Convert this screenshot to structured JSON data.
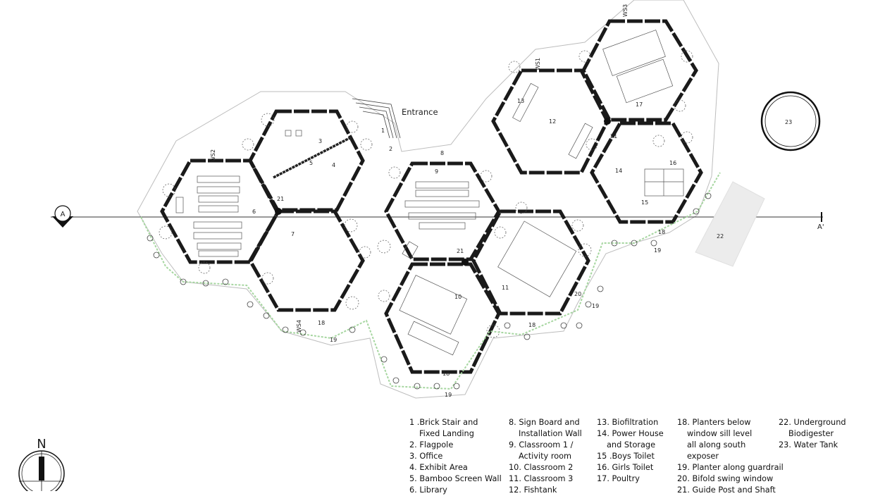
{
  "plan": {
    "entrance_label": "Entrance",
    "section_marker": "A",
    "section_marker_end": "A'",
    "north_label": "N",
    "window_tags": [
      "WS1",
      "WS2",
      "WS3",
      "WS4"
    ],
    "numbers": {
      "n1": "1",
      "n2": "2",
      "n3": "3",
      "n4": "4",
      "n5": "5",
      "n6": "6",
      "n7": "7",
      "n8": "8",
      "n9": "9",
      "n10": "10",
      "n11": "11",
      "n12": "12",
      "n13": "13",
      "n14": "14",
      "n15": "15",
      "n16": "16",
      "n17": "17",
      "n18": "18",
      "n19": "19",
      "n20": "20",
      "n21": "21",
      "n22": "22",
      "n23": "23"
    }
  },
  "legend": {
    "col1": [
      "1 .Brick Stair and",
      "Fixed Landing",
      "2. Flagpole",
      "3. Office",
      "4. Exhibit Area",
      "5. Bamboo Screen Wall",
      "6. Library"
    ],
    "col2": [
      "8. Sign Board and",
      "Installation Wall",
      "9. Classroom 1 /",
      "Activity room",
      "10. Classroom 2",
      "11. Classroom 3",
      "12. Fishtank"
    ],
    "col3": [
      "13. Biofiltration",
      "14. Power House",
      "and Storage",
      "15 .Boys Toilet",
      "16. Girls Toilet",
      "17. Poultry"
    ],
    "col4": [
      "18. Planters below",
      "window sill level",
      "all along south",
      "exposer",
      "19. Planter along guardrail",
      "20. Bifold swing window",
      "21. Guide Post and Shaft"
    ],
    "col5": [
      "22. Underground",
      "Biodigester",
      "23.  Water Tank"
    ]
  }
}
